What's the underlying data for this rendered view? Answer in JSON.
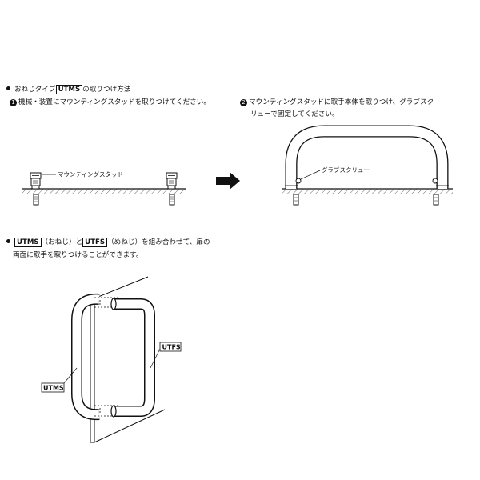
{
  "section1": {
    "heading_pre": "おねじタイプ",
    "heading_code": "UTMS",
    "heading_post": "の取りつけ方法",
    "step1_num": "1",
    "step1_text": "機械・装置にマウンティングスタッドを取りつけてください。",
    "step2_num": "2",
    "step2_line1": "マウンティングスタッドに取手本体を取りつけ、グラブスク",
    "step2_line2": "リューで固定してください。",
    "label_stud": "マウンティングスタッド",
    "label_screw": "グラブスクリュー"
  },
  "section2": {
    "code_a": "UTMS",
    "text_a": "（おねじ）と",
    "code_b": "UTFS",
    "text_b": "（めねじ）を組み合わせて、扉の",
    "line2": "両面に取手を取りつけることができます。",
    "label_utfs": "UTFS",
    "label_utms": "UTMS"
  }
}
